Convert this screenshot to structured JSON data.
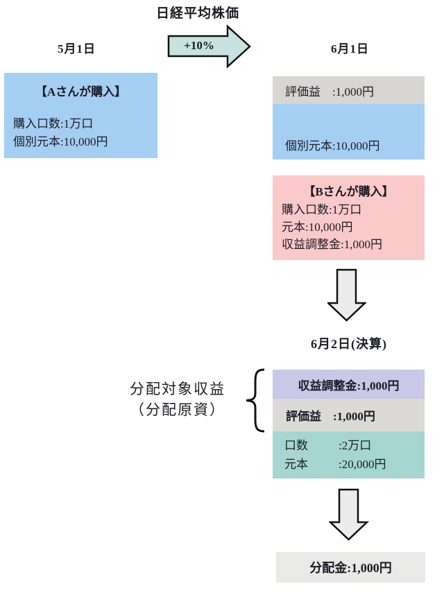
{
  "title": "日経平均株価",
  "timeline": {
    "date_may1": "5月1日",
    "date_jun1": "6月1日",
    "date_jun2": "6月2日(決算)",
    "growth_label": "+10%"
  },
  "buyer_a": {
    "title": "【Aさんが購入】",
    "line1": "購入口数:1万口",
    "line2": "個別元本:10,000円"
  },
  "june_state": {
    "valuation_gain": "評価益　:1,000円",
    "principal": "個別元本:10,000円"
  },
  "buyer_b": {
    "title": "【Bさんが購入】",
    "line1": "購入口数:1万口",
    "line2": "元本:10,000円",
    "line3": "収益調整金:1,000円"
  },
  "settlement": {
    "source_label_line1": "分配対象収益",
    "source_label_line2": "（分配原資）",
    "income_adjustment": "収益調整金:1,000円",
    "valuation_gain": "評価益　:1,000円",
    "units_row": {
      "label": "口数",
      "value": ":2万口"
    },
    "principal_row": {
      "label": "元本",
      "value": ":20,000円"
    }
  },
  "distribution": "分配金:1,000円",
  "colors": {
    "light_blue": "#A5CEF3",
    "gray": "#D7D6D2",
    "pink": "#FAC9C9",
    "lavender": "#CAC7E7",
    "gray2": "#DBDAD6",
    "teal": "#A6D6D2",
    "arrow_teal": "#C7E2E0",
    "arrow_gray": "#ECECEC",
    "dist_gray": "#E9E9E7"
  }
}
